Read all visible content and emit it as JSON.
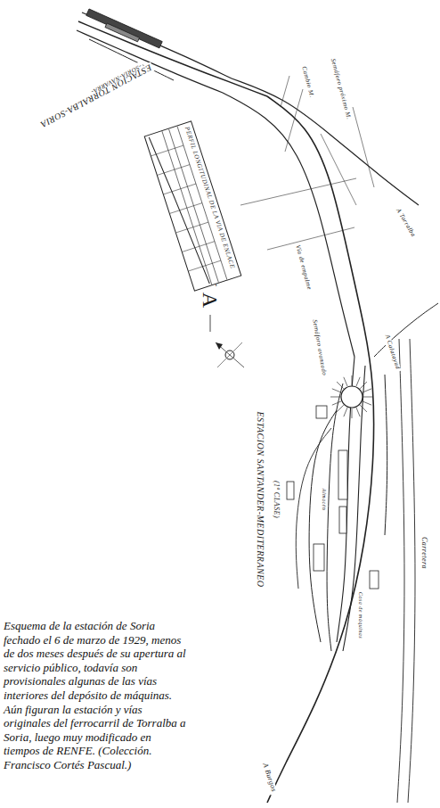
{
  "diagram": {
    "caption": "Esquema de la estación de Soria fechado el 6 de marzo de 1929, menos de dos meses después de su apertura al servicio público, todavía son provisionales algunas de las vías interiores del depósito de máquinas. Aún figuran la estación y vías originales del ferrocarril de Torralba a Soria, luego muy modificado en tiempos de RENFE. (Colección. Francisco Cortés Pascual.)",
    "nodes": [
      {
        "text": [
          "PERFIL LONGITUDINAL DE LA VIA DE ENLACE"
        ]
      }
    ],
    "labels": [
      "ESTACION TORRALBA-SORIA",
      "-SORIA-NAVARRA-",
      "SORIA",
      "ESTACION SANTANDER-MEDITERRANEO",
      "(1ª CLASE)",
      "A Burgos",
      "A Calatayud",
      "A Torralba",
      "Carretera",
      "Cambio M.",
      "Semáforo próximo M.",
      "Vía de empalme",
      "Semáforo avanzado",
      "Almacén",
      "Casa de máquinas"
    ]
  }
}
